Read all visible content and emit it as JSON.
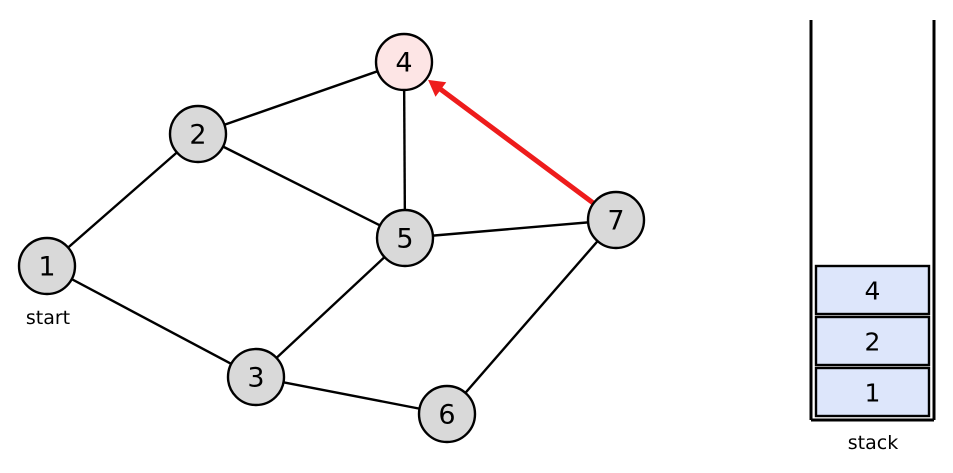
{
  "graph": {
    "start_caption": "start",
    "nodes": [
      {
        "id": "1",
        "label": "1",
        "state": "visited"
      },
      {
        "id": "2",
        "label": "2",
        "state": "visited"
      },
      {
        "id": "3",
        "label": "3",
        "state": "visited"
      },
      {
        "id": "4",
        "label": "4",
        "state": "current"
      },
      {
        "id": "5",
        "label": "5",
        "state": "visited"
      },
      {
        "id": "6",
        "label": "6",
        "state": "visited"
      },
      {
        "id": "7",
        "label": "7",
        "state": "visited"
      }
    ],
    "edges": [
      {
        "from": "1",
        "to": "2"
      },
      {
        "from": "1",
        "to": "3"
      },
      {
        "from": "2",
        "to": "4"
      },
      {
        "from": "2",
        "to": "5"
      },
      {
        "from": "4",
        "to": "5"
      },
      {
        "from": "3",
        "to": "5"
      },
      {
        "from": "3",
        "to": "6"
      },
      {
        "from": "5",
        "to": "7"
      },
      {
        "from": "6",
        "to": "7"
      }
    ],
    "highlighted_edge": {
      "from": "7",
      "to": "4"
    }
  },
  "stack": {
    "caption": "stack",
    "items_top_to_bottom": [
      "4",
      "2",
      "1"
    ]
  },
  "colors": {
    "node_fill": "#d9d9d9",
    "node_current_fill": "#fde5e5",
    "node_stroke": "#000000",
    "edge": "#000000",
    "highlight_edge": "#ee1c1c",
    "stack_cell_fill": "#dde6fb",
    "stack_wall": "#000000"
  }
}
